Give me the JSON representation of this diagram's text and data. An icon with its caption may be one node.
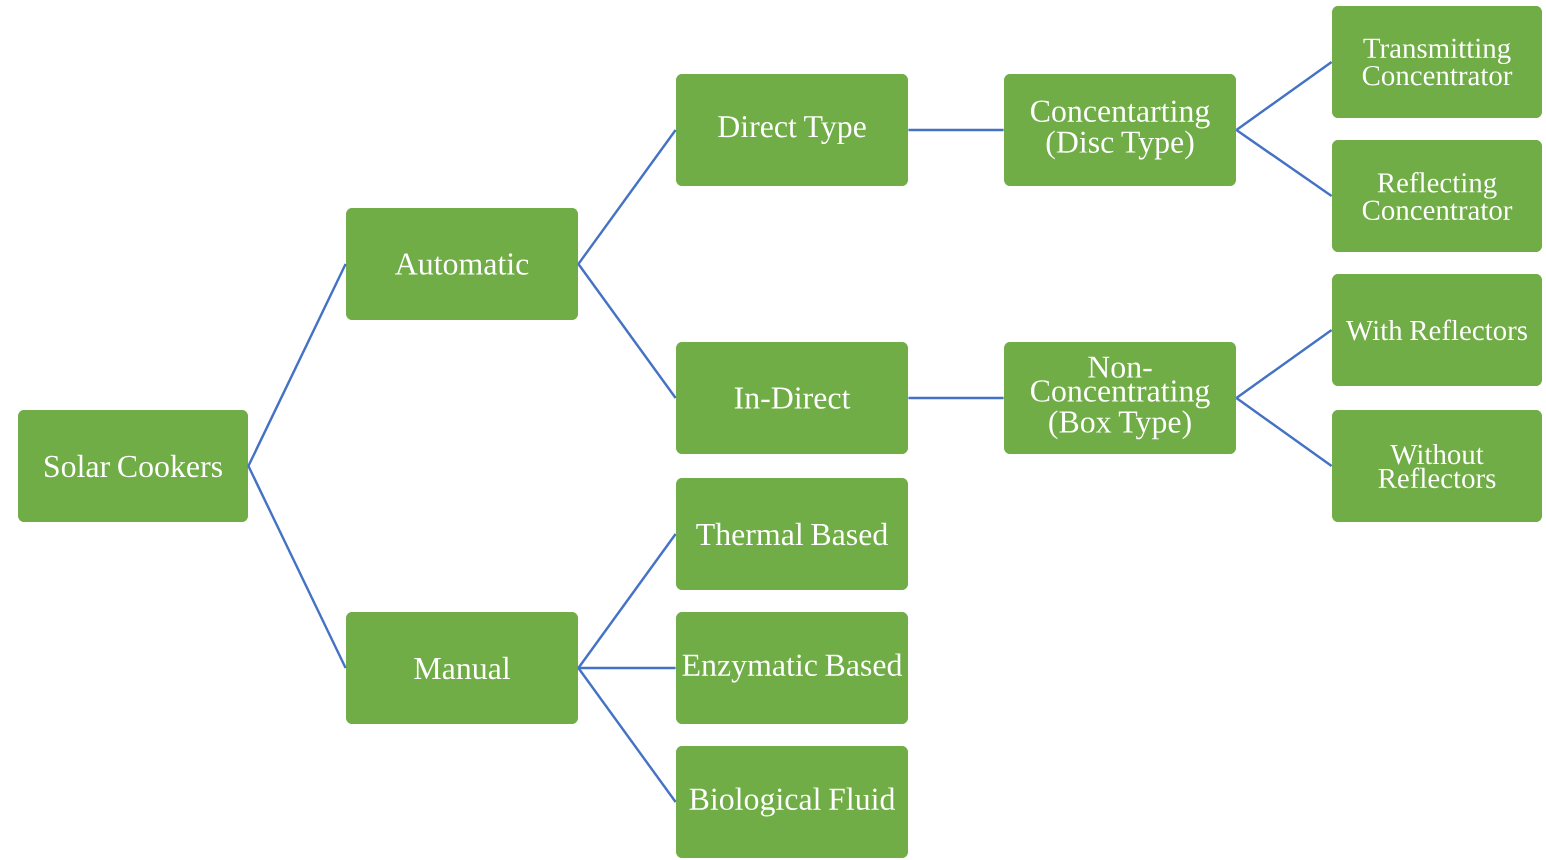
{
  "diagram": {
    "nodes": [
      {
        "text": [
          "Solar Cookers"
        ]
      },
      {
        "text": [
          "Automatic"
        ]
      },
      {
        "text": [
          "Direct Type"
        ]
      },
      {
        "text": [
          "Concentarting (Disc Type)"
        ]
      },
      {
        "text": [
          "Transmitting Concentrator"
        ]
      },
      {
        "text": [
          "Reflecting Concentrator"
        ]
      },
      {
        "text": [
          "In-Direct"
        ]
      },
      {
        "text": [
          "Non-Concentrating (Box Type)"
        ]
      },
      {
        "text": [
          "With Reflectors"
        ]
      },
      {
        "text": [
          "Without Reflectors"
        ]
      },
      {
        "text": [
          "Manual"
        ]
      },
      {
        "text": [
          "Thermal Based"
        ]
      },
      {
        "text": [
          "Enzymatic Based"
        ]
      },
      {
        "text": [
          "Biological Fluid"
        ]
      }
    ],
    "edges": [
      {
        "from": 0,
        "to": 1,
        "arrow": "none"
      },
      {
        "from": 0,
        "to": 10,
        "arrow": "none"
      },
      {
        "from": 1,
        "to": 2,
        "arrow": "none"
      },
      {
        "from": 1,
        "to": 6,
        "arrow": "none"
      },
      {
        "from": 2,
        "to": 3,
        "arrow": "none"
      },
      {
        "from": 3,
        "to": 4,
        "arrow": "none"
      },
      {
        "from": 3,
        "to": 5,
        "arrow": "none"
      },
      {
        "from": 6,
        "to": 7,
        "arrow": "none"
      },
      {
        "from": 7,
        "to": 8,
        "arrow": "none"
      },
      {
        "from": 7,
        "to": 9,
        "arrow": "none"
      },
      {
        "from": 10,
        "to": 11,
        "arrow": "none"
      },
      {
        "from": 10,
        "to": 12,
        "arrow": "none"
      },
      {
        "from": 10,
        "to": 13,
        "arrow": "none"
      }
    ]
  }
}
